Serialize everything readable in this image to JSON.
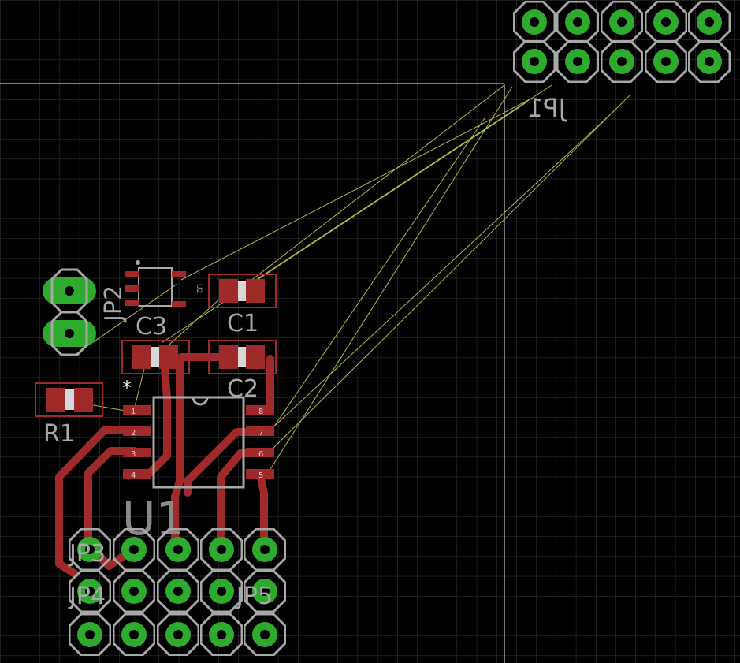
{
  "app": "PCB layout editor",
  "colors": {
    "background": "#000000",
    "grid": "#3a3a3a",
    "copper_top": "#a02a2a",
    "pad_ring": "#2eaa2e",
    "silkscreen": "#a8a8a8",
    "airwire": "#b8b84a",
    "board_outline": "#c8c8c8"
  },
  "labels": {
    "jp1": "JP1",
    "jp2": "JP2",
    "jp3": "JP3",
    "jp4": "JP4",
    "jp5": "JP5",
    "c1": "C1",
    "c2": "C2",
    "c3": "C3",
    "r1": "R1",
    "u1": "U1",
    "u2": "U2",
    "star": "*"
  },
  "pin_numbers": {
    "left": [
      "1",
      "2",
      "3",
      "4"
    ],
    "right": [
      "8",
      "7",
      "6",
      "5"
    ]
  }
}
